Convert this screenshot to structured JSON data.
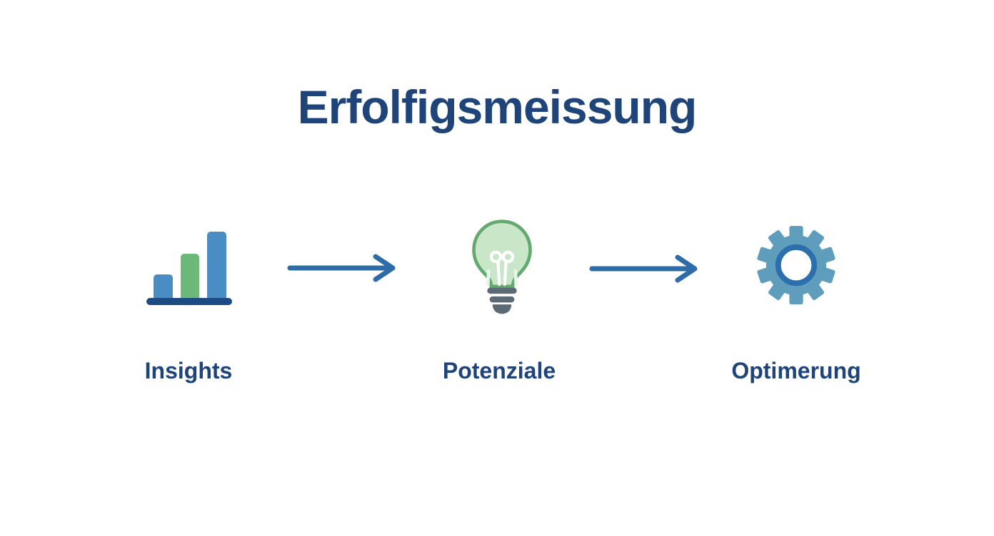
{
  "title": "Erfolfigsmeissung",
  "steps": [
    {
      "label": "Insights",
      "icon": "bar-chart-icon"
    },
    {
      "label": "Potenziale",
      "icon": "lightbulb-icon"
    },
    {
      "label": "Optimerung",
      "icon": "gear-icon"
    }
  ],
  "connectors": [
    {
      "type": "arrow-right"
    },
    {
      "type": "arrow-right"
    }
  ],
  "colors": {
    "background": "#ffffff",
    "title-navy": "#1f4479",
    "label-navy": "#1f4479",
    "bar-blue": "#4a8cc4",
    "bar-green": "#6cb878",
    "chart-baseline": "#1b4b82",
    "bulb-fill": "#c9e7c8",
    "bulb-outline": "#64aa70",
    "bulb-stripe": "#e9f6e7",
    "filament-white": "#ffffff",
    "bulb-base": "#5c6a76",
    "gear-teal": "#5e9dbb",
    "gear-ring": "#2b6fad",
    "arrow-blue": "#2d6ca6"
  }
}
